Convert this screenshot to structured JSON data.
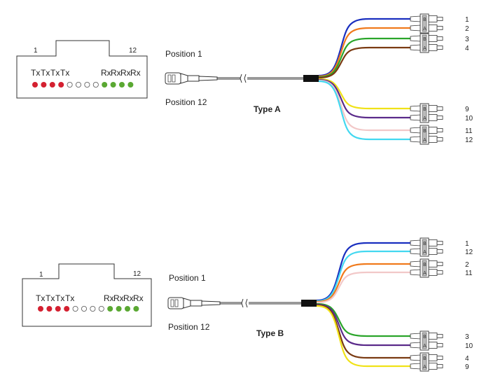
{
  "diagrams": [
    {
      "type_label": "Type A",
      "position_first": "Position 1",
      "position_last": "Position 12",
      "key_left": "1",
      "key_right": "12",
      "tx_labels": [
        "Tx",
        "Tx",
        "Tx",
        "Tx"
      ],
      "rx_labels": [
        "Rx",
        "Rx",
        "Rx",
        "Rx"
      ],
      "dots": [
        "red",
        "red",
        "red",
        "red",
        "empty",
        "empty",
        "empty",
        "empty",
        "green",
        "green",
        "green",
        "green"
      ],
      "fiber_pairs": [
        {
          "ab": "B A",
          "top": "1",
          "bottom": "2"
        },
        {
          "ab": "B A",
          "top": "3",
          "bottom": "4"
        },
        {
          "ab": "B A",
          "top": "9",
          "bottom": "10"
        },
        {
          "ab": "B A",
          "top": "11",
          "bottom": "12"
        }
      ],
      "fiber_colors": [
        "#1a2fbf",
        "#f07a1c",
        "#2aa52a",
        "#7a3a12",
        "#f0e218",
        "#5a2a8a",
        "#f2c8c8",
        "#43d8f0"
      ]
    },
    {
      "type_label": "Type B",
      "position_first": "Position 1",
      "position_last": "Position 12",
      "key_left": "1",
      "key_right": "12",
      "tx_labels": [
        "Tx",
        "Tx",
        "Tx",
        "Tx"
      ],
      "rx_labels": [
        "Rx",
        "Rx",
        "Rx",
        "Rx"
      ],
      "dots": [
        "red",
        "red",
        "red",
        "red",
        "empty",
        "empty",
        "empty",
        "empty",
        "green",
        "green",
        "green",
        "green"
      ],
      "fiber_pairs": [
        {
          "ab": "B A",
          "top": "1",
          "bottom": "12"
        },
        {
          "ab": "B A",
          "top": "2",
          "bottom": "11"
        },
        {
          "ab": "B A",
          "top": "3",
          "bottom": "10"
        },
        {
          "ab": "B A",
          "top": "4",
          "bottom": "9"
        }
      ],
      "fiber_colors": [
        "#1a2fbf",
        "#43d8f0",
        "#f07a1c",
        "#f2c8c8",
        "#2aa52a",
        "#5a2a8a",
        "#7a3a12",
        "#f0e218"
      ]
    }
  ]
}
